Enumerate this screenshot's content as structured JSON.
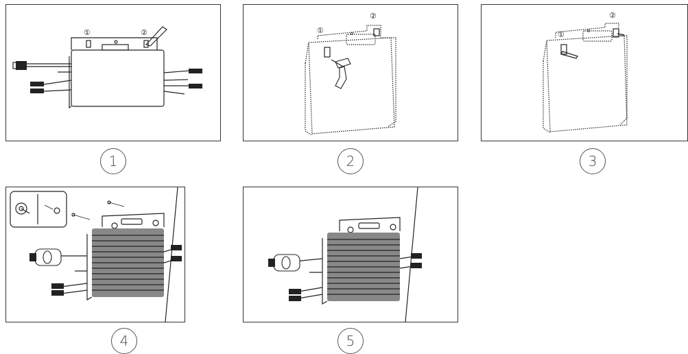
{
  "steps": [
    {
      "number": "1",
      "callouts": [
        "①",
        "②"
      ]
    },
    {
      "number": "2",
      "callouts": [
        "①",
        "②"
      ]
    },
    {
      "number": "3",
      "callouts": [
        "①",
        "②"
      ]
    },
    {
      "number": "4",
      "callouts": []
    },
    {
      "number": "5",
      "callouts": []
    }
  ]
}
